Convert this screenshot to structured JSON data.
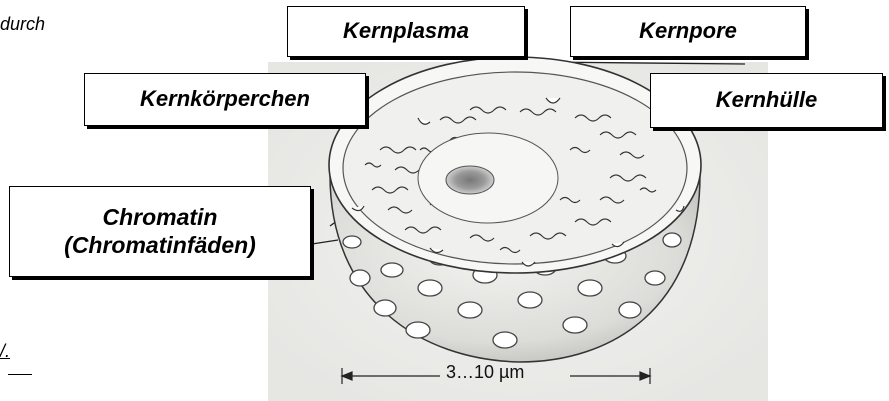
{
  "labels": {
    "kernplasma": "Kernplasma",
    "kernpore": "Kernpore",
    "kernkoerperchen": "Kernkörperchen",
    "kernhuelle": "Kernhülle",
    "chromatin": "Chromatin\n(Chromatinfäden)"
  },
  "scale": "3…10 µm",
  "side_fragments": {
    "top": "durch",
    "bottom": "/."
  }
}
